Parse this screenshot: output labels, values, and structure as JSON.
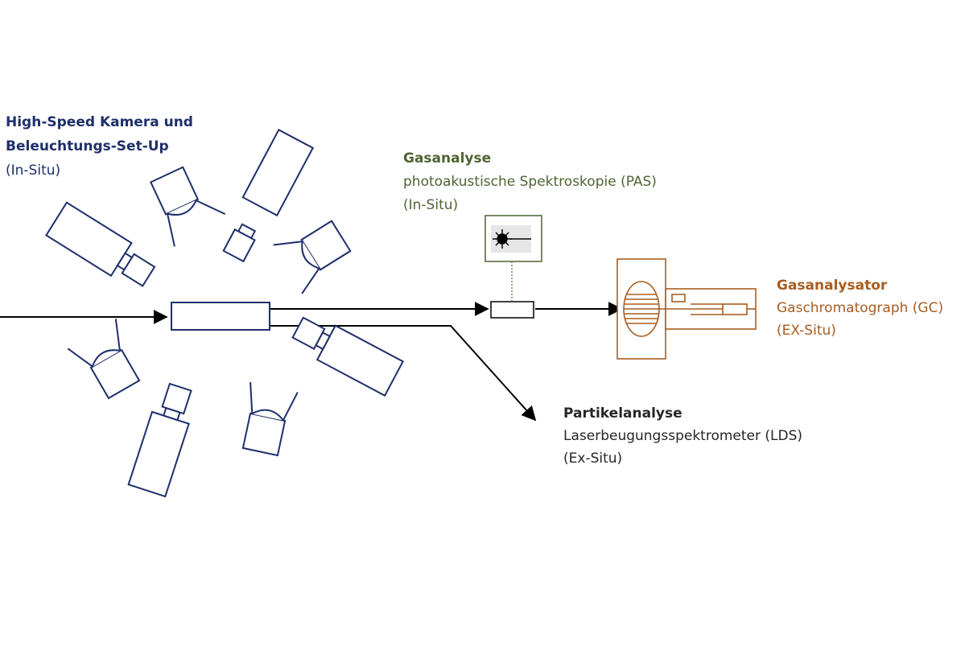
{
  "camera_setup": {
    "title_line1": "High-Speed Kamera und",
    "title_line2": "Beleuchtungs-Set-Up",
    "subtitle": "(In-Situ)",
    "color": "#1f2f6a"
  },
  "pas": {
    "title": "Gasanalyse",
    "subtitle": "photoakustische Spektroskopie (PAS)",
    "mode": "(In-Situ)",
    "color": "#4e6432"
  },
  "gc": {
    "title": "Gasanalysator",
    "subtitle": "Gaschromatograph (GC)",
    "mode": "(EX-Situ)",
    "color": "#a85d1f"
  },
  "particle": {
    "title": "Partikelanalyse",
    "subtitle": "Laserbeugungsspektrometer (LDS)",
    "mode": "(Ex-Situ)",
    "color": "#262626"
  },
  "icons": [
    "camera-icon",
    "light-source-icon",
    "laser-icon",
    "gas-chromatograph-icon",
    "flow-arrow-icon"
  ]
}
